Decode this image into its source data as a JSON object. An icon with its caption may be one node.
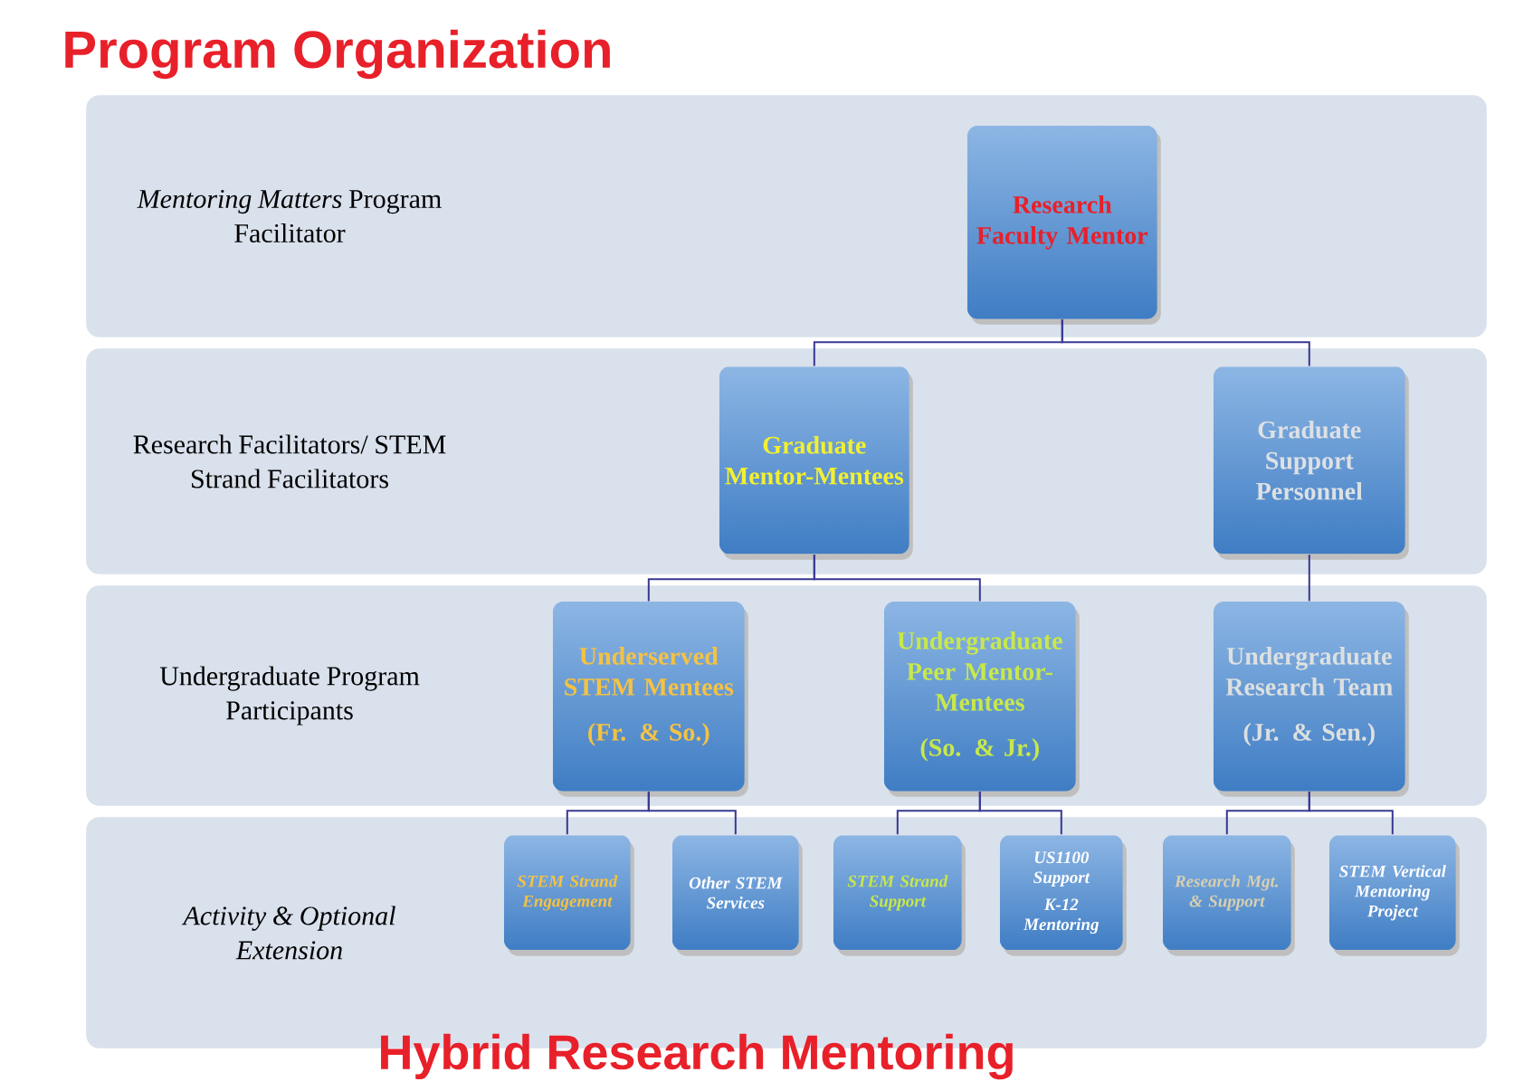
{
  "diagram": {
    "title": "Program Organization",
    "caption": "Hybrid Research Mentoring",
    "nodes": [
      {
        "text": [
          "*Mentoring Matters* Program Facilitator"
        ]
      },
      {
        "text": [
          "Research Faculty Mentor"
        ],
        "in": 0
      },
      {
        "text": [
          "Research Facilitators/ STEM Strand Facilitators"
        ]
      },
      {
        "text": [
          "Graduate Mentor-Mentees"
        ],
        "in": 2
      },
      {
        "text": [
          "Graduate Support Personnel"
        ],
        "in": 2
      },
      {
        "text": [
          "Undergraduate Program Participants"
        ]
      },
      {
        "text": [
          "Underserved STEM Mentees",
          "(Fr. & So.)"
        ],
        "in": 5
      },
      {
        "text": [
          "Undergraduate Peer Mentor-Mentees",
          "(So. & Jr.)"
        ],
        "in": 5
      },
      {
        "text": [
          "Undergraduate Research Team",
          "(Jr. & Sen.)"
        ],
        "in": 5
      },
      {
        "text": [
          "Activity & Optional Extension"
        ]
      },
      {
        "text": [
          "STEM Strand Engagement"
        ],
        "in": 9
      },
      {
        "text": [
          "Other STEM Services"
        ],
        "in": 9
      },
      {
        "text": [
          "STEM Strand Support"
        ],
        "in": 9
      },
      {
        "text": [
          "US1100 Support",
          "K-12 Mentoring"
        ],
        "in": 9
      },
      {
        "text": [
          "Research Mgt. & Support"
        ],
        "in": 9
      },
      {
        "text": [
          "STEM Vertical Mentoring Project"
        ],
        "in": 9
      }
    ],
    "edges": [
      {
        "from": 1,
        "to": 3,
        "arrow": "none"
      },
      {
        "from": 1,
        "to": 4,
        "arrow": "none"
      },
      {
        "from": 3,
        "to": 6,
        "arrow": "none"
      },
      {
        "from": 3,
        "to": 7,
        "arrow": "none"
      },
      {
        "from": 4,
        "to": 8,
        "arrow": "none"
      },
      {
        "from": 6,
        "to": 10,
        "arrow": "none"
      },
      {
        "from": 6,
        "to": 11,
        "arrow": "none"
      },
      {
        "from": 7,
        "to": 12,
        "arrow": "none"
      },
      {
        "from": 7,
        "to": 13,
        "arrow": "none"
      },
      {
        "from": 8,
        "to": 14,
        "arrow": "none"
      },
      {
        "from": 8,
        "to": 15,
        "arrow": "none"
      }
    ]
  }
}
